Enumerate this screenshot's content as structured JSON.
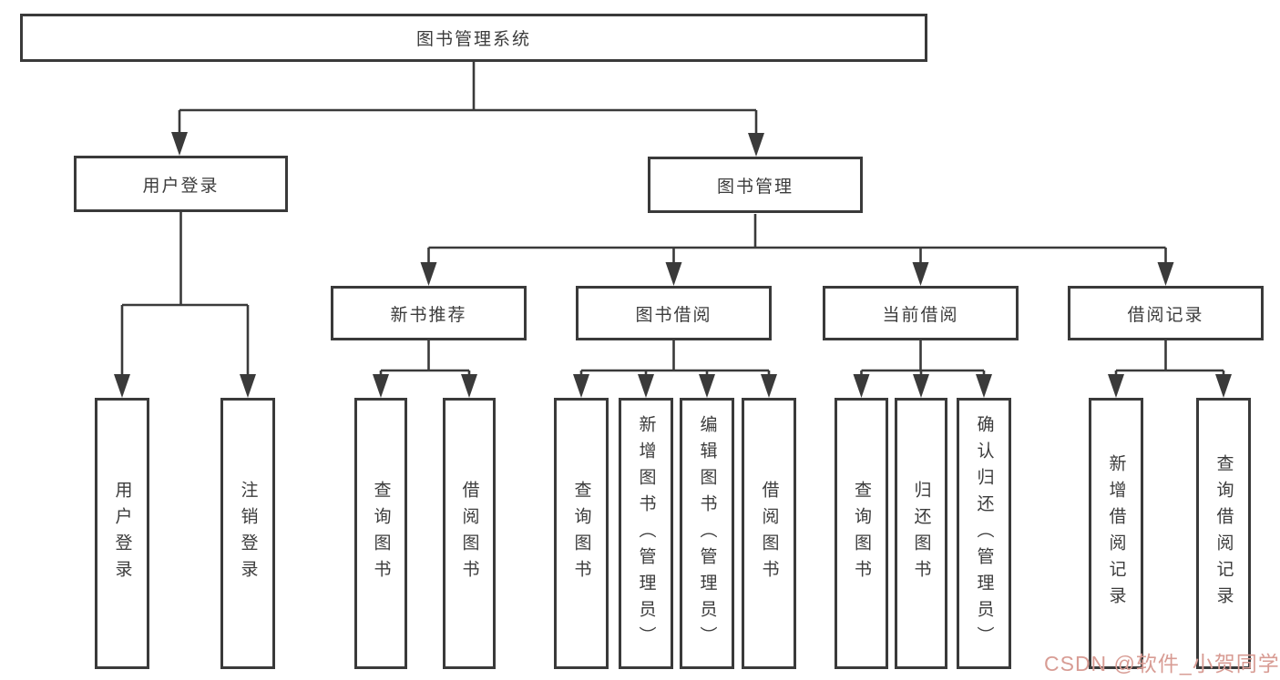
{
  "diagram": {
    "root": "图书管理系统",
    "branches": {
      "login": "用户登录",
      "mgmt": "图书管理"
    },
    "login_children": {
      "user_login": "用户登录",
      "logout": "注销登录"
    },
    "mgmt_children": {
      "new_books": "新书推荐",
      "borrow": "图书借阅",
      "current": "当前借阅",
      "records": "借阅记录"
    },
    "new_books_children": {
      "query": "查询图书",
      "borrow": "借阅图书"
    },
    "borrow_children": {
      "query": "查询图书",
      "add": "新增图书（管理员）",
      "edit": "编辑图书（管理员）",
      "borrow": "借阅图书"
    },
    "current_children": {
      "query": "查询图书",
      "return": "归还图书",
      "confirm": "确认归还（管理员）"
    },
    "records_children": {
      "add": "新增借阅记录",
      "query": "查询借阅记录"
    }
  },
  "watermark": "CSDN @软件_小贺同学",
  "colors": {
    "line": "#3a3a3a",
    "text": "#3c3c3c",
    "watermark": "#d89c94"
  }
}
